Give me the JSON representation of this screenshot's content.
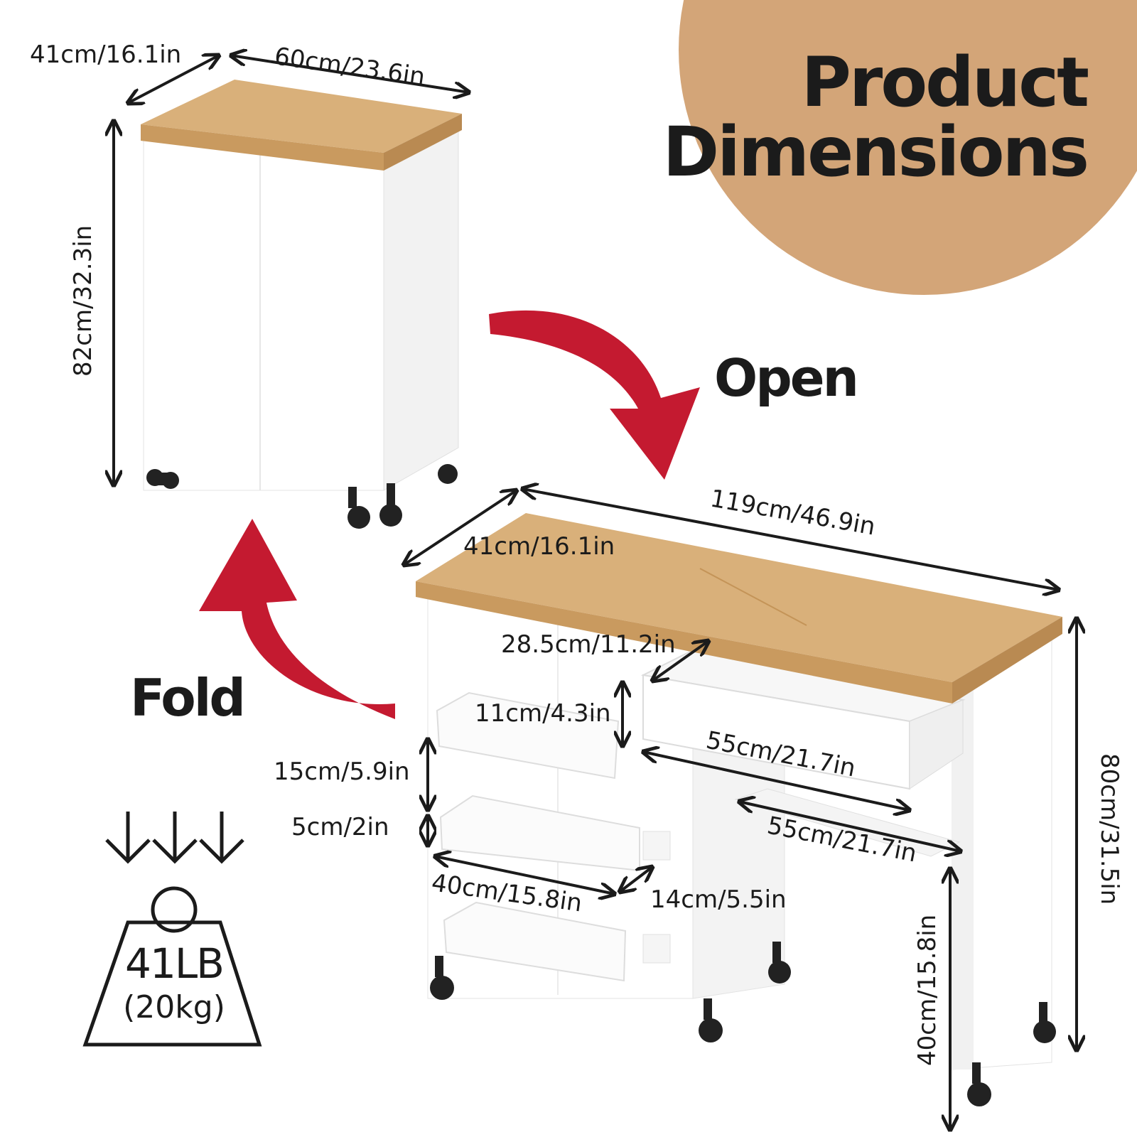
{
  "colors": {
    "accent_circle": "#D3A578",
    "arrow_red": "#C41A30",
    "wood": "#D9B07A",
    "cabinet_white": "#FFFFFF",
    "text": "#1B1B1B"
  },
  "heading": {
    "line1": "Product",
    "line2": "Dimensions"
  },
  "labels": {
    "open": "Open",
    "fold": "Fold"
  },
  "closed_dimensions": {
    "depth": "41cm/16.1in",
    "width": "60cm/23.6in",
    "height": "82cm/32.3in"
  },
  "open_dimensions": {
    "length": "119cm/46.9in",
    "depth": "41cm/16.1in",
    "height": "80cm/31.5in",
    "clearance_height": "40cm/15.8in",
    "drawer_depth": "28.5cm/11.2in",
    "drawer_height": "11cm/4.3in",
    "drawer_width": "55cm/21.7in",
    "shelf_width": "55cm/21.7in",
    "shelf_height": "15cm/5.9in",
    "shelf_gap": "5cm/2in",
    "shelf_width_small": "40cm/15.8in",
    "shelf_depth_small": "14cm/5.5in"
  },
  "weight": {
    "lb": "41LB",
    "kg": "(20kg)",
    "icon": "weight-icon"
  }
}
